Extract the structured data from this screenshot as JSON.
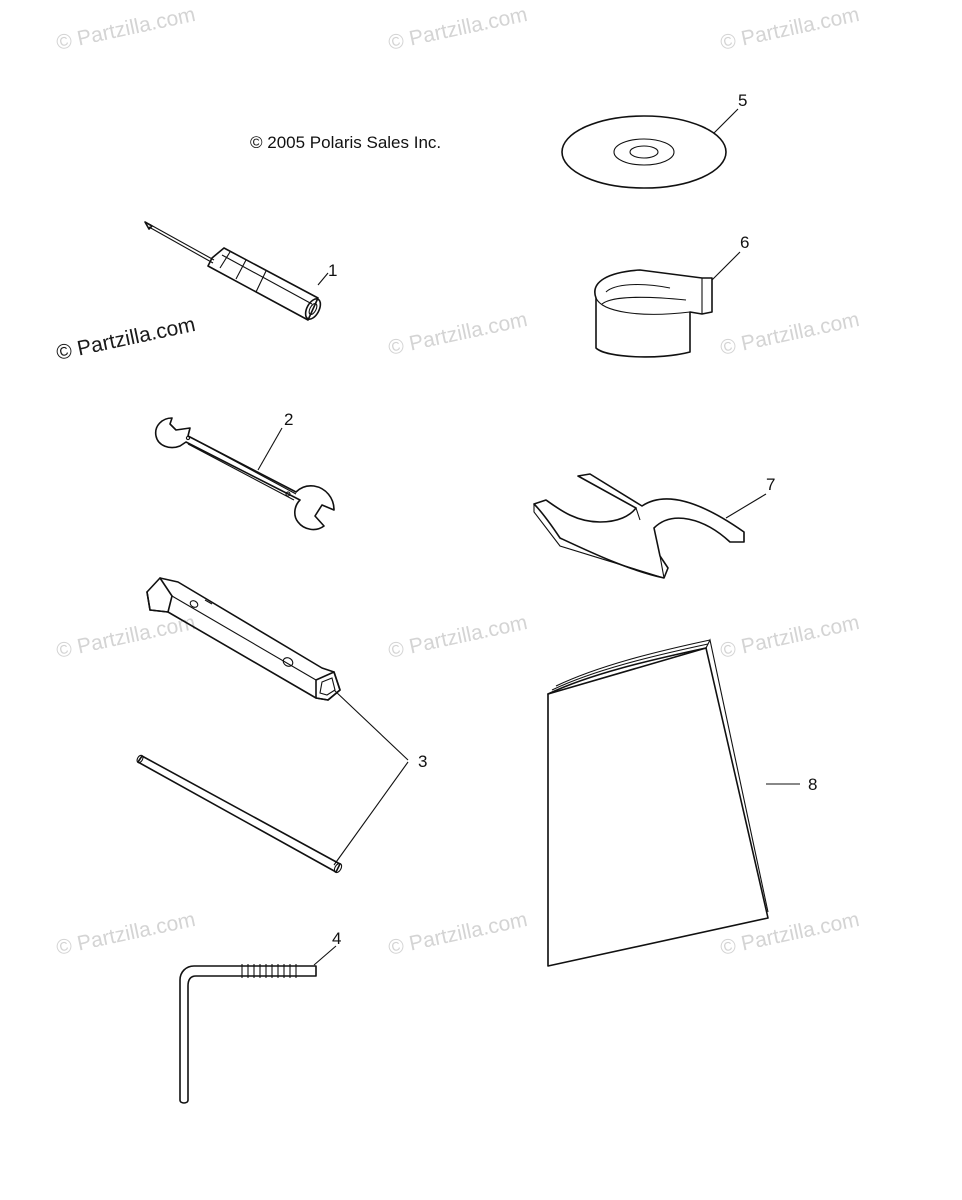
{
  "copyright": "© 2005 Polaris Sales Inc.",
  "watermark": {
    "text": "© Partzilla.com",
    "color": "#d4d4d4",
    "strong_color": "#1a1a1a"
  },
  "callouts": {
    "c1": "1",
    "c2": "2",
    "c3": "3",
    "c4": "4",
    "c5": "5",
    "c6": "6",
    "c7": "7",
    "c8": "8"
  }
}
